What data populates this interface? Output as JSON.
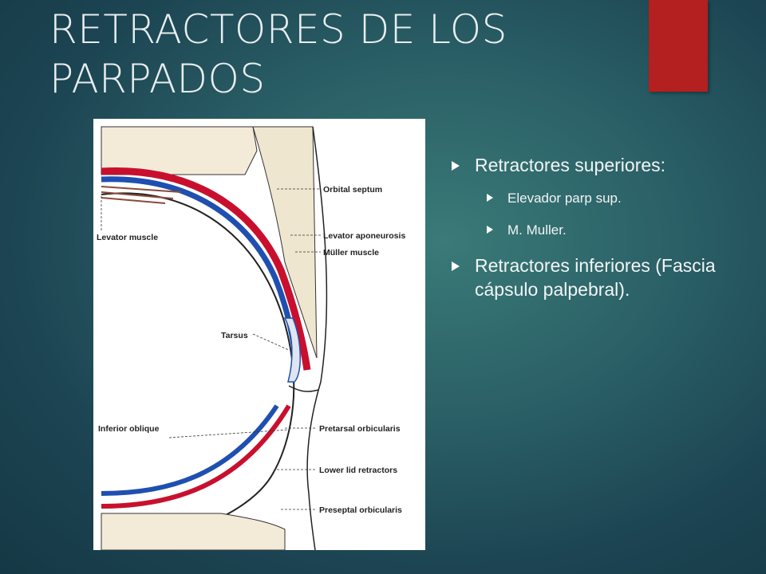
{
  "slide": {
    "title": "RETRACTORES DE LOS PARPADOS",
    "bullets": [
      {
        "text": "Retractores superiores:",
        "level": 1
      },
      {
        "text": "Elevador parp sup.",
        "level": 2
      },
      {
        "text": "M. Muller.",
        "level": 2
      },
      {
        "text": "Retractores inferiores (Fascia cápsulo palpebral).",
        "level": 1
      }
    ]
  },
  "figure": {
    "labels": {
      "orbital_septum": "Orbital septum",
      "levator_muscle": "Levator muscle",
      "levator_aponeurosis": "Levator aponeurosis",
      "muller_muscle": "Müller muscle",
      "tarsus": "Tarsus",
      "inferior_oblique": "Inferior oblique",
      "pretarsal_orbicularis": "Pretarsal orbicularis",
      "lower_lid_retractors": "Lower lid retractors",
      "preseptal_orbicularis": "Preseptal orbicularis"
    }
  },
  "colors": {
    "accent": "#b41f1f",
    "muscle_red": "#c8102e",
    "aponeurosis_blue": "#1f4fb0"
  }
}
